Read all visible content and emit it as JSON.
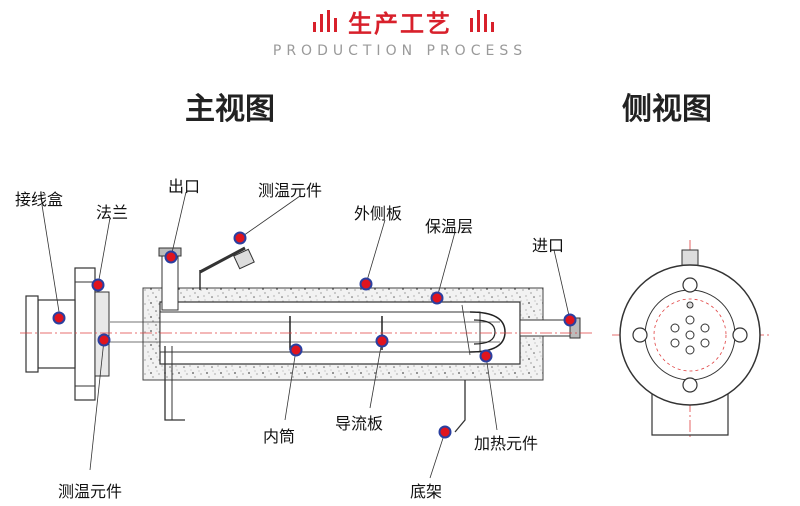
{
  "header": {
    "title": "生产工艺",
    "subtitle": "PRODUCTION PROCESS"
  },
  "views": {
    "front": "主视图",
    "side": "侧视图"
  },
  "labels": {
    "junction_box": "接线盒",
    "flange": "法兰",
    "outlet": "出口",
    "temp_element_top": "测温元件",
    "outer_plate": "外侧板",
    "insulation": "保温层",
    "inlet": "进口",
    "inner_tube": "内筒",
    "baffle": "导流板",
    "heating_element": "加热元件",
    "temp_element_bottom": "测温元件",
    "stand": "底架"
  },
  "colors": {
    "accent": "#d8202b",
    "marker": "#e0141e",
    "marker_ring": "#2a3fa0",
    "centerline": "#e04040"
  }
}
